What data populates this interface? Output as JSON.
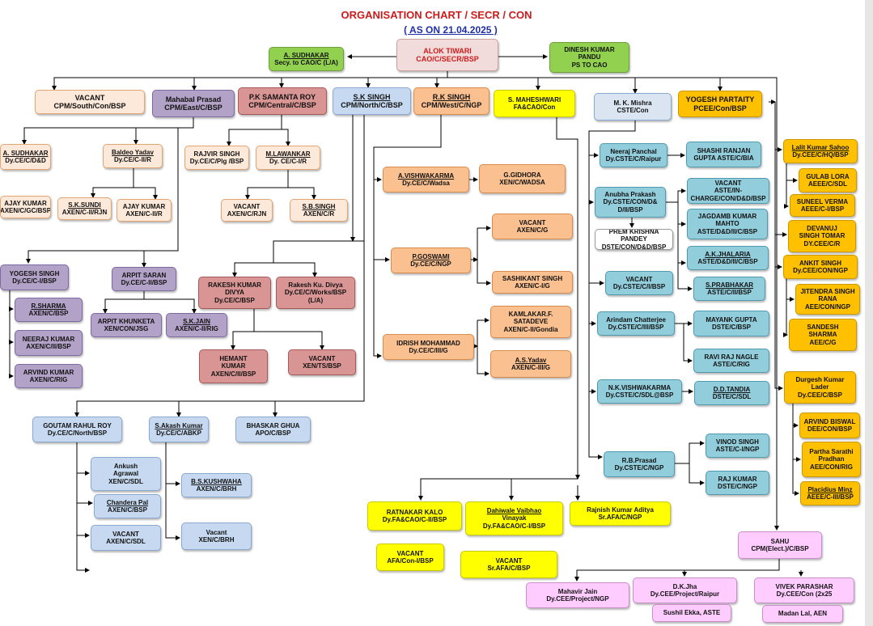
{
  "title": "ORGANISATION CHART / SECR / CON",
  "subtitle": {
    "prefix": "( AS ON ",
    "date": "21.04.2025",
    "suffix": " )"
  },
  "nodes": [
    {
      "id": "alok",
      "lines": [
        "ALOK TIWARI",
        "CAO/C/SECR/BSP"
      ]
    },
    {
      "id": "sudhakar",
      "lines": [
        "A. SUDHAKAR",
        "Secy. to CAO/C (L/A)"
      ]
    },
    {
      "id": "dinesh",
      "lines": [
        "DINESH KUMAR",
        "PANDU",
        "PS TO CAO"
      ]
    },
    {
      "id": "cpm_south",
      "lines": [
        "VACANT",
        "CPM/South/Con/BSP"
      ]
    },
    {
      "id": "mahabal",
      "lines": [
        "Mahabal Prasad",
        "CPM/East/C/BSP"
      ]
    },
    {
      "id": "samanta",
      "lines": [
        "P.K SAMANTA ROY",
        "CPM/Central/C/BSP"
      ]
    },
    {
      "id": "sksingh",
      "lines": [
        "S.K SINGH",
        "CPM/North/C/BSP"
      ]
    },
    {
      "id": "rksingh",
      "lines": [
        "R.K SINGH",
        "CPM/West/C/NGP"
      ]
    },
    {
      "id": "maheshwari",
      "lines": [
        "S. MAHESHWARI",
        "FA&CAO/Con"
      ]
    },
    {
      "id": "mishra",
      "lines": [
        "M. K. Mishra",
        "CSTE/Con"
      ]
    },
    {
      "id": "partaity",
      "lines": [
        "YOGESH PARTAITY",
        "PCEE/Con/BSP"
      ]
    },
    {
      "id": "asudhakar2",
      "lines": [
        "A. SUDHAKAR",
        "Dy.CE/C/D&D"
      ]
    },
    {
      "id": "baldeo",
      "lines": [
        "Baldeo Yadav",
        "Dy.CE/C-II/R"
      ]
    },
    {
      "id": "ajay1",
      "lines": [
        "AJAY KUMAR",
        "AXEN/C/GC/BSP"
      ]
    },
    {
      "id": "sksundi",
      "lines": [
        "S.K.SUNDI",
        "AXEN/C-II/RJN"
      ]
    },
    {
      "id": "ajay2",
      "lines": [
        "AJAY KUMAR",
        "AXEN/C-II/R"
      ]
    },
    {
      "id": "rajvir",
      "lines": [
        "RAJVIR SINGH",
        "Dy.CE/C/Plg /BSP"
      ]
    },
    {
      "id": "milawankar",
      "lines": [
        "M.LAWANKAR",
        "Dy. CE/C-I/R"
      ]
    },
    {
      "id": "vac_rjn",
      "lines": [
        "VACANT",
        "AXEN/C/RJN"
      ]
    },
    {
      "id": "sbsingh",
      "lines": [
        "S.B.SINGH",
        "AXEN/C/R"
      ]
    },
    {
      "id": "yogesh_singh",
      "lines": [
        "YOGESH SINGH",
        "Dy.CE/C-I/BSP"
      ]
    },
    {
      "id": "arpit",
      "lines": [
        "ARPIT SARAN",
        "Dy.CE/C-II/BSP"
      ]
    },
    {
      "id": "rsharma",
      "lines": [
        "R.SHARMA",
        "AXEN/C/BSP"
      ]
    },
    {
      "id": "neeraj",
      "lines": [
        "NEERAJ KUMAR",
        "AXEN/C/II/BSP"
      ]
    },
    {
      "id": "arvind_k",
      "lines": [
        "ARVIND KUMAR",
        "AXEN/C/RIG"
      ]
    },
    {
      "id": "arpit_k",
      "lines": [
        "ARPIT KHUNKETA",
        "XEN/CON/JSG"
      ]
    },
    {
      "id": "skjain",
      "lines": [
        "S.K.JAIN",
        "AXEN/C-II/RIG"
      ]
    },
    {
      "id": "rakesh1",
      "lines": [
        "RAKESH KUMAR",
        "DIVYA",
        "Dy.CE/C/BSP"
      ]
    },
    {
      "id": "rakesh2",
      "lines": [
        "Rakesh Ku. Divya",
        "Dy.CE/C/Works/BSP",
        "(L/A)"
      ]
    },
    {
      "id": "hemant",
      "lines": [
        "HEMANT",
        "KUMAR",
        "AXEN/C/II/BSP"
      ]
    },
    {
      "id": "vac_ts",
      "lines": [
        "VACANT",
        "XEN/TS/BSP"
      ]
    },
    {
      "id": "goutam",
      "lines": [
        "GOUTAM RAHUL ROY",
        "Dy.CE/C/North/BSP"
      ]
    },
    {
      "id": "sakash",
      "lines": [
        "S.Akash Kumar",
        "Dy.CE/C/ABKP"
      ]
    },
    {
      "id": "bhaskar",
      "lines": [
        "BHASKAR GHUA",
        "APO/C/BSP"
      ]
    },
    {
      "id": "ankush",
      "lines": [
        "Ankush",
        "Agrawal",
        "XEN/C/SDL"
      ]
    },
    {
      "id": "chandera",
      "lines": [
        "Chandera Pal",
        "AXEN/C/BSP"
      ]
    },
    {
      "id": "vac_sdl",
      "lines": [
        "VACANT",
        "AXEN/C/SDL"
      ]
    },
    {
      "id": "bskushwaha",
      "lines": [
        "B.S.KUSHWAHA",
        "AXEN/C/BRH"
      ]
    },
    {
      "id": "vac_brh",
      "lines": [
        "Vacant",
        "XEN/C/BRH"
      ]
    },
    {
      "id": "avishwakarma",
      "lines": [
        "A.VISHWAKARMA",
        "Dy.CE/C/Wadsa"
      ]
    },
    {
      "id": "ggidhora",
      "lines": [
        "G.GIDHORA",
        "XEN/C/WADSA"
      ]
    },
    {
      "id": "pgoswami",
      "lines": [
        "P.GOSWAMI",
        "Dy.CE/C/NGP"
      ]
    },
    {
      "id": "vac_g",
      "lines": [
        "VACANT",
        "AXEN/C/G"
      ]
    },
    {
      "id": "sashikant",
      "lines": [
        "SASHIKANT SINGH",
        "AXEN/C-I/G"
      ]
    },
    {
      "id": "idrish",
      "lines": [
        "IDRISH MOHAMMAD",
        "Dy.CE/C/III/G"
      ]
    },
    {
      "id": "kamlakar",
      "lines": [
        "KAMLAKAR.F.",
        "SATADEVE",
        "AXEN/C-II/Gondia"
      ]
    },
    {
      "id": "asyadav",
      "lines": [
        "A.S.Yadav",
        "AXEN/C-III/G"
      ]
    },
    {
      "id": "ratnakar",
      "lines": [
        "RATNAKAR KALO",
        "Dy.FA&CAO/C-II/BSP"
      ]
    },
    {
      "id": "dahiwale",
      "lines": [
        "Dahiwale Vaibhao",
        "Vinayak",
        "Dy.FA&CAO/C-I/BSP"
      ]
    },
    {
      "id": "rajnish",
      "lines": [
        "Rajnish Kumar Aditya",
        "Sr.AFA/C/NGP"
      ]
    },
    {
      "id": "vac_afa",
      "lines": [
        "VACANT",
        "AFA/Con-I/BSP"
      ]
    },
    {
      "id": "vac_srafa",
      "lines": [
        "VACANT",
        "Sr.AFA/C/BSP"
      ]
    },
    {
      "id": "neeraj_p",
      "lines": [
        "Neeraj Panchal",
        "Dy.CSTE/C/Raipur"
      ]
    },
    {
      "id": "shashi",
      "lines": [
        "SHASHI RANJAN",
        "GUPTA ASTE/C/BIA"
      ]
    },
    {
      "id": "anubha",
      "lines": [
        "Anubha Prakash",
        "Dy.CSTE/CON/D&",
        "D/II/BSP"
      ]
    },
    {
      "id": "vac_aste",
      "lines": [
        "VACANT",
        "ASTE/IN-",
        "CHARGE/CON/D&D/BSP"
      ]
    },
    {
      "id": "prem",
      "lines": [
        "PREM KRISHNA PANDEY",
        "DSTE/CON/D&D/BSP"
      ]
    },
    {
      "id": "jagdamb",
      "lines": [
        "JAGDAMB KUMAR",
        "MAHTO",
        "ASTE/D&D/II/C/BSP"
      ]
    },
    {
      "id": "akjhalaria",
      "lines": [
        "A.K.JHALARIA",
        "ASTE/D&D/II/C/BSP"
      ]
    },
    {
      "id": "vac_dycste",
      "lines": [
        "VACANT",
        "Dy.CSTE/C/I/BSP"
      ]
    },
    {
      "id": "sprabhakar",
      "lines": [
        "S.PRABHAKAR",
        "ASTE/C/II/BSP"
      ]
    },
    {
      "id": "arindam",
      "lines": [
        "Arindam Chatterjee",
        "Dy.CSTE/C/III/BSP"
      ]
    },
    {
      "id": "mayank",
      "lines": [
        "MAYANK GUPTA",
        "DSTE/C/BSP"
      ]
    },
    {
      "id": "raviraj",
      "lines": [
        "RAVI RAJ NAGLE",
        "ASTE/C/RIG"
      ]
    },
    {
      "id": "nkvish",
      "lines": [
        "N.K.VISHWAKARMA",
        "Dy.CSTE/C/SDL@BSP"
      ]
    },
    {
      "id": "ddtandia",
      "lines": [
        "D.D.TANDIA",
        "DSTE/C/SDL"
      ]
    },
    {
      "id": "rbprasad",
      "lines": [
        "R.B.Prasad",
        "Dy.CSTE/C/NGP"
      ]
    },
    {
      "id": "vinod",
      "lines": [
        "VINOD SINGH",
        "ASTE/C-I/NGP"
      ]
    },
    {
      "id": "rajkumar",
      "lines": [
        "RAJ KUMAR",
        "DSTE/C/NGP"
      ]
    },
    {
      "id": "lalit",
      "lines": [
        "Lalit Kumar Sahoo",
        "Dy.CEE/C/HQ/BSP"
      ]
    },
    {
      "id": "gulab",
      "lines": [
        "GULAB LORA",
        "AEEE/C/SDL"
      ]
    },
    {
      "id": "suneel",
      "lines": [
        "SUNEEL VERMA",
        "AEEE/C-I/BSP"
      ]
    },
    {
      "id": "devanuj",
      "lines": [
        "DEVANUJ",
        "SINGH TOMAR",
        "DY.CEE/C/R"
      ]
    },
    {
      "id": "ankit",
      "lines": [
        "ANKIT SINGH",
        "Dy.CEE/CON/NGP"
      ]
    },
    {
      "id": "jitendra",
      "lines": [
        "JITENDRA SINGH",
        "RANA",
        "AEE/CON/NGP"
      ]
    },
    {
      "id": "sandesh",
      "lines": [
        "SANDESH",
        "SHARMA",
        "AEE/C/G"
      ]
    },
    {
      "id": "durgesh",
      "lines": [
        "Durgesh Kumar",
        "Lader",
        "Dy.CEE/C/BSP"
      ]
    },
    {
      "id": "arvind_b",
      "lines": [
        "ARVIND BISWAL",
        "DEE/CON/BSP"
      ]
    },
    {
      "id": "partha",
      "lines": [
        "Partha Sarathi",
        "Pradhan",
        "AEE/CON/RIG"
      ]
    },
    {
      "id": "placidius",
      "lines": [
        "Placidius Minz",
        "AEEE/C-III/BSP"
      ]
    },
    {
      "id": "sahu",
      "lines": [
        "SAHU",
        "CPM(Elect.)/C/BSP"
      ]
    },
    {
      "id": "mahavir",
      "lines": [
        "Mahavir Jain",
        "Dy.CEE/Project/NGP"
      ]
    },
    {
      "id": "dkjha",
      "lines": [
        "D.K.Jha",
        "Dy.CEE/Project/Raipur"
      ]
    },
    {
      "id": "vivek",
      "lines": [
        "VIVEK PARASHAR",
        "Dy.CEE/Con (2x25"
      ]
    },
    {
      "id": "sushil",
      "lines": [
        "Sushil Ekka, ASTE"
      ]
    },
    {
      "id": "madan",
      "lines": [
        "Madan Lal, AEN"
      ]
    }
  ]
}
